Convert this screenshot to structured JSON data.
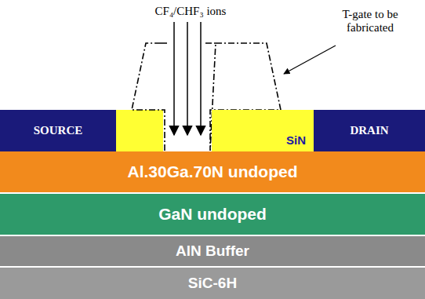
{
  "diagram": {
    "nodes": [
      {
        "text": [
          "SOURCE"
        ]
      },
      {
        "text": [
          "SiN"
        ]
      },
      {
        "text": [
          "DRAIN"
        ]
      },
      {
        "text": [
          "Al.30Ga.70N undoped"
        ]
      },
      {
        "text": [
          "GaN undoped"
        ]
      },
      {
        "text": [
          "AlN Buffer"
        ]
      },
      {
        "text": [
          "SiC-6H"
        ]
      }
    ],
    "labels": [
      "CF₄/CHF₃ ions",
      "T-gate to be fabricated"
    ]
  }
}
